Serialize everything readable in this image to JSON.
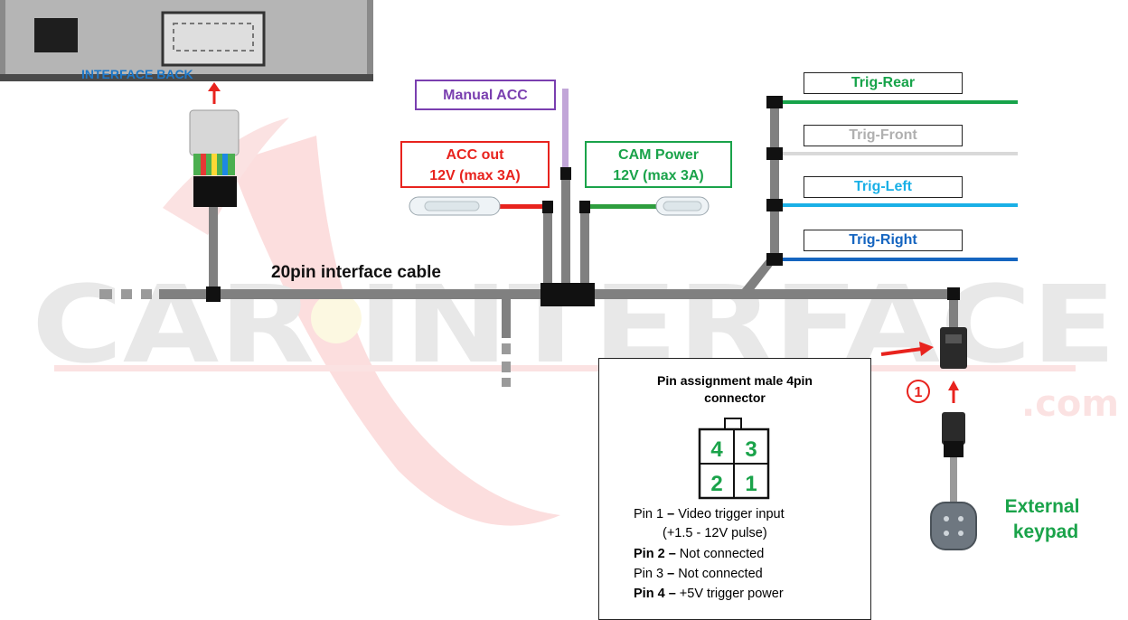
{
  "interface_back": {
    "label": "INTERFACE BACK"
  },
  "cable": {
    "label": "20pin interface cable"
  },
  "manual_acc": {
    "label": "Manual ACC"
  },
  "acc_out": {
    "line1": "ACC out",
    "line2": "12V (max 3A)"
  },
  "cam_power": {
    "line1": "CAM Power",
    "line2": "12V (max 3A)"
  },
  "triggers": [
    {
      "label": "Trig-Rear",
      "color": "#17a34a"
    },
    {
      "label": "Trig-Front",
      "color": "#b8b8b8"
    },
    {
      "label": "Trig-Left",
      "color": "#1ab0e6"
    },
    {
      "label": "Trig-Right",
      "color": "#1565c0"
    }
  ],
  "step_marker": "1",
  "external_keypad": {
    "line1": "External",
    "line2": "keypad"
  },
  "pin_assignment": {
    "title_line1": "Pin assignment male 4pin",
    "title_line2": "connector",
    "grid": [
      "4",
      "3",
      "2",
      "1"
    ],
    "pins": [
      {
        "label": "Pin 1",
        "desc": "Video trigger input",
        "bold": false
      },
      {
        "label": "",
        "desc": "(+1.5 - 12V pulse)",
        "bold": false
      },
      {
        "label": "Pin 2",
        "desc": "Not connected",
        "bold": true
      },
      {
        "label": "Pin 3",
        "desc": "Not connected",
        "bold": false
      },
      {
        "label": "Pin 4",
        "desc": "+5V trigger power",
        "bold": true
      }
    ]
  },
  "watermark": {
    "text": "CAR INTERFACE",
    "suffix": ".com"
  },
  "colors": {
    "red": "#e8231e",
    "green": "#1aa34a",
    "purple": "#7a3fb0",
    "blue": "#1e78c8",
    "cable": "#808080"
  }
}
